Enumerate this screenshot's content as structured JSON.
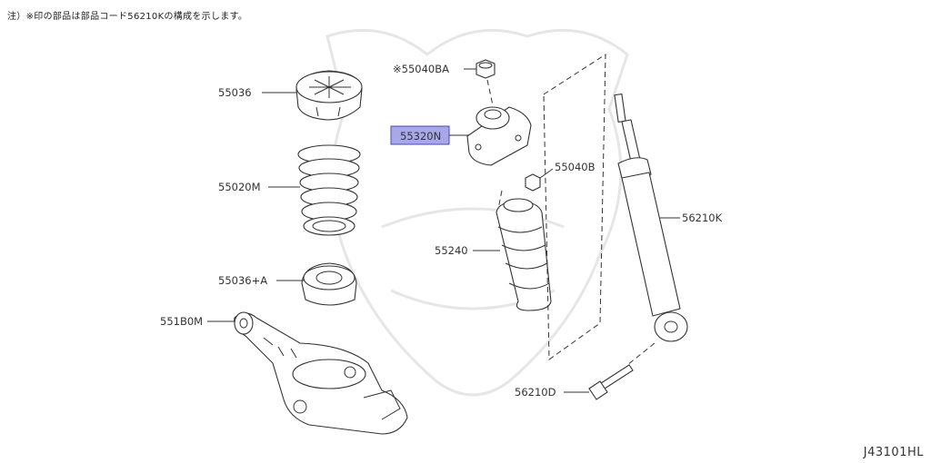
{
  "note": "注）※印の部品は部品コード56210Kの構成を示します。",
  "drawing_id": "J43101HL",
  "highlight_color": "#a8a8e8",
  "parts": {
    "p55036": "55036",
    "p55020m": "55020M",
    "p55036a": "55036+A",
    "p551b0m": "551B0M",
    "p55040ba": "※55040BA",
    "p55320n": "55320N",
    "p55040b": "55040B",
    "p55240": "55240",
    "p56210k": "56210K",
    "p56210d": "56210D"
  }
}
